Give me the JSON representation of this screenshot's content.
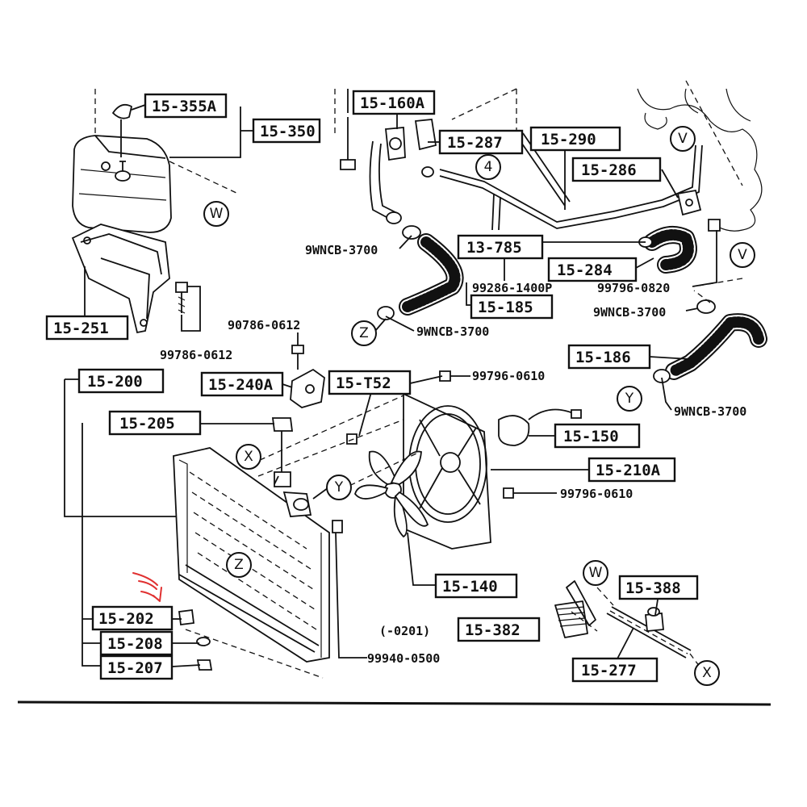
{
  "labels": {
    "p15_355A": "15-355A",
    "p15_350": "15-350",
    "p15_251": "15-251",
    "p99786_0612": "99786-0612",
    "p15_160A": "15-160A",
    "p15_287": "15-287",
    "p15_290": "15-290",
    "p15_286": "15-286",
    "p9wncb_1": "9WNCB-3700",
    "p13_785": "13-785",
    "p15_284": "15-284",
    "p99286": "99286-1400P",
    "p99796_0820": "99796-0820",
    "p15_185": "15-185",
    "p9wncb_2": "9WNCB-3700",
    "p9wncb_3": "9WNCB-3700",
    "p90786": "90786-0612",
    "p15_186": "15-186",
    "p15_200": "15-200",
    "p15_240A": "15-240A",
    "p15_T52": "15-T52",
    "p99796_0610a": "99796-0610",
    "p9wncb_4": "9WNCB-3700",
    "p15_205": "15-205",
    "p15_150": "15-150",
    "p15_210A": "15-210A",
    "p99796_0610b": "99796-0610",
    "p15_140": "15-140",
    "p15_388": "15-388",
    "p15_202": "15-202",
    "p0201": "(-0201)",
    "p15_382": "15-382",
    "p15_208": "15-208",
    "p99940": "99940-0500",
    "p15_277": "15-277",
    "p15_207": "15-207"
  },
  "callouts": {
    "W": "W",
    "V": "V",
    "Z": "Z",
    "X": "X",
    "Y": "Y",
    "four": "4"
  },
  "colors": {
    "ink": "#111111",
    "highlight_arrow": "#e03030"
  }
}
